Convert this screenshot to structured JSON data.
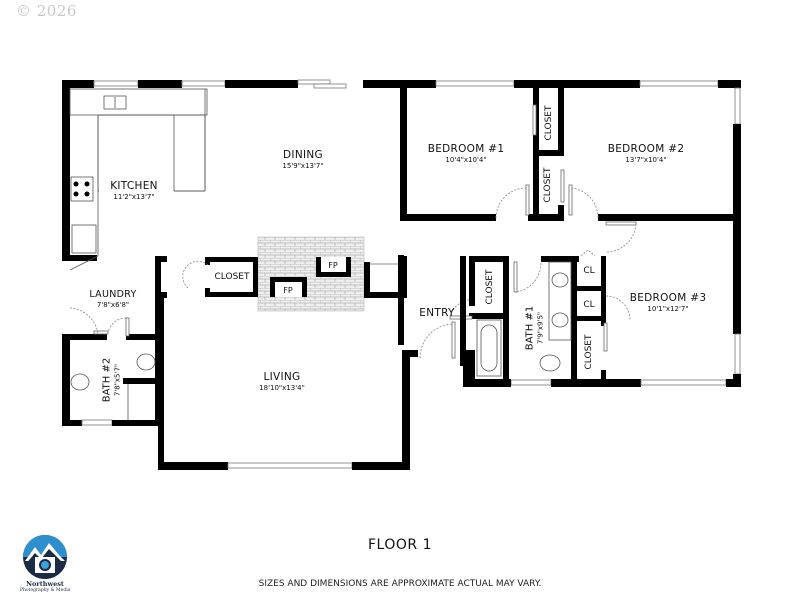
{
  "copyright": "© 2026",
  "floor_title": "FLOOR 1",
  "disclaimer": "SIZES AND DIMENSIONS ARE APPROXIMATE ACTUAL MAY VARY.",
  "logo": {
    "name": "Northwest",
    "subtitle": "Photography & Media",
    "colors": {
      "dark": "#1b2b44",
      "sky": "#2e8fd0",
      "lens": "#3aa0e0"
    }
  },
  "rooms": {
    "kitchen": {
      "name": "KITCHEN",
      "dims": "11'2\"x13'7\""
    },
    "dining": {
      "name": "DINING",
      "dims": "15'9\"x13'7\""
    },
    "living": {
      "name": "LIVING",
      "dims": "18'10\"x13'4\""
    },
    "laundry": {
      "name": "LAUNDRY",
      "dims": "7'8\"x6'8\""
    },
    "bath2": {
      "name": "BATH #2",
      "dims": "7'8\"x5'7\""
    },
    "bedroom1": {
      "name": "BEDROOM #1",
      "dims": "10'4\"x10'4\""
    },
    "bedroom2": {
      "name": "BEDROOM #2",
      "dims": "13'7\"x10'4\""
    },
    "bedroom3": {
      "name": "BEDROOM #3",
      "dims": "10'1\"x12'7\""
    },
    "bath1": {
      "name": "BATH #1",
      "dims": "7'9\"x9'5\""
    },
    "entry": {
      "name": "ENTRY"
    }
  },
  "labels": {
    "closet": "CLOSET",
    "cl": "CL",
    "fp": "FP"
  }
}
